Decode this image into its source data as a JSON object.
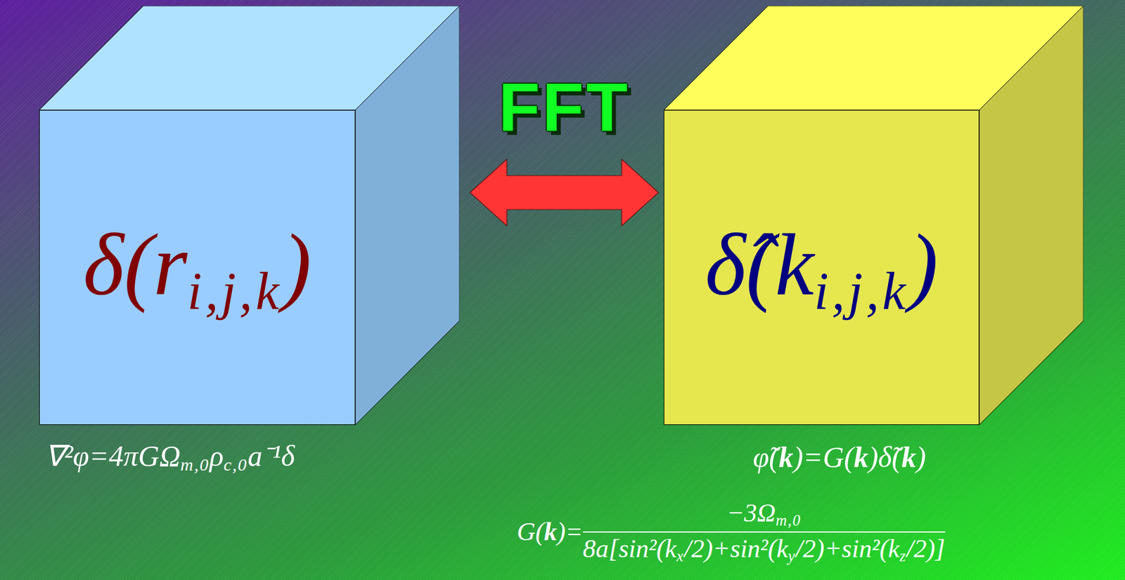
{
  "diagram": {
    "nodes": [
      {
        "text": [
          "δ(ri,j,k)"
        ]
      },
      {
        "text": [
          "δ̂(ki,j,k)"
        ]
      }
    ],
    "edges": [
      {
        "from": 0,
        "to": 1,
        "arrow": "both",
        "label": "FFT"
      }
    ],
    "labels": [
      "∇²φ=4πGΩm,0ρc,0a⁻¹δ",
      "φ̃(k)=G(k)δ̃(k)",
      "G(k)=",
      "−3Ωm,0",
      "8a[sin²(kx/2)+sin²(ky/2)+sin²(kz/2)]"
    ]
  }
}
